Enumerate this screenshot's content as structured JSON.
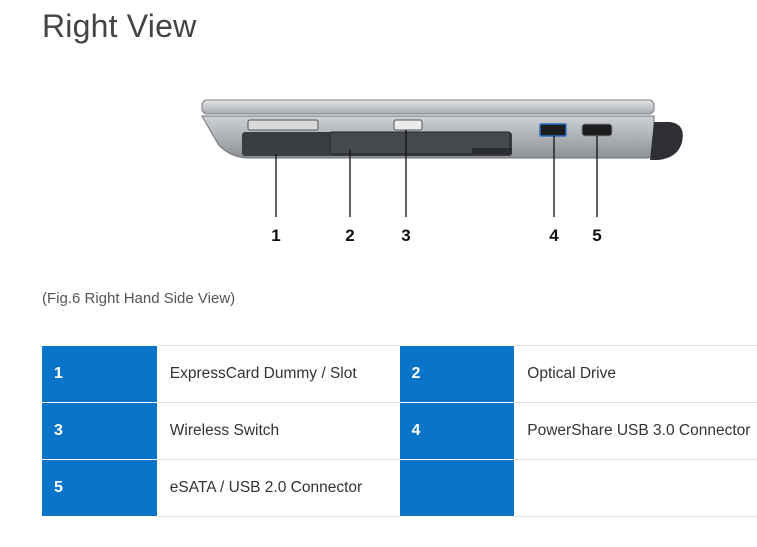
{
  "page": {
    "title": "Right View",
    "caption": "(Fig.6 Right Hand Side View)"
  },
  "figure": {
    "callouts": [
      "1",
      "2",
      "3",
      "4",
      "5"
    ],
    "colors": {
      "chassis": "#b9bcbf",
      "dark_panel": "#3a3d41",
      "port_blue": "#2b6fc6"
    }
  },
  "legend": {
    "accent_color": "#0a74c9",
    "rows": [
      [
        {
          "num": "1",
          "label": "ExpressCard Dummy / Slot"
        },
        {
          "num": "2",
          "label": "Optical Drive"
        }
      ],
      [
        {
          "num": "3",
          "label": "Wireless Switch"
        },
        {
          "num": "4",
          "label": "PowerShare USB 3.0 Connector"
        }
      ],
      [
        {
          "num": "5",
          "label": "eSATA / USB 2.0 Connector"
        },
        {
          "num": "",
          "label": ""
        }
      ]
    ]
  }
}
